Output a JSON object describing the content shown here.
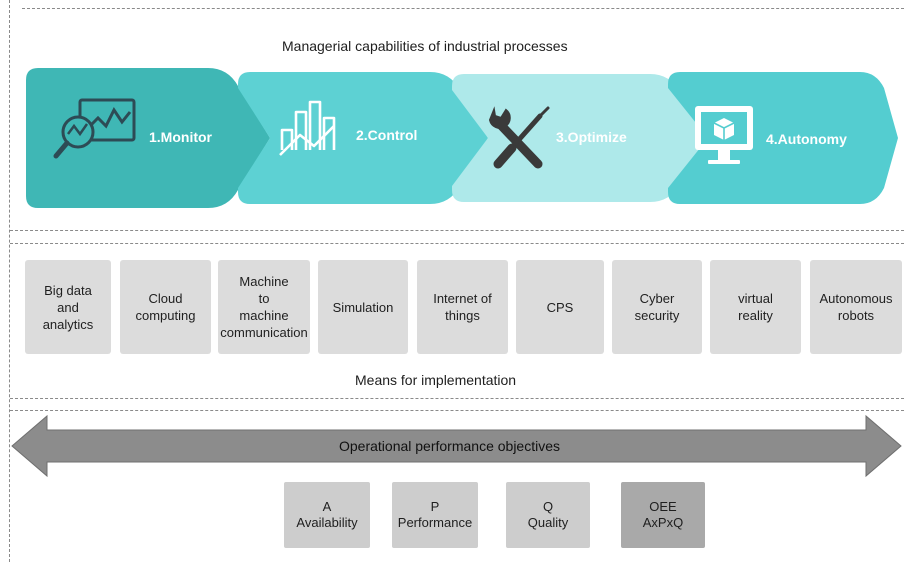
{
  "sections": {
    "capabilities_title": "Managerial capabilities of industrial processes",
    "means_title": "Means for implementation",
    "objectives_title": "Operational performance objectives"
  },
  "stages": [
    {
      "label": "1.Monitor",
      "icon": "monitor-chart-magnifier-icon",
      "color": "#3fb7b5"
    },
    {
      "label": "2.Control",
      "icon": "bar-line-control-icon",
      "color": "#5dd1d3"
    },
    {
      "label": "3.Optimize",
      "icon": "wrench-screwdriver-icon",
      "color": "#aee9ea"
    },
    {
      "label": "4.Autonomy",
      "icon": "monitor-cube-icon",
      "color": "#54cdd0"
    }
  ],
  "means": [
    "Big data\nand\nanalytics",
    "Cloud\ncomputing",
    "Machine\nto\nmachine\ncommunication",
    "Simulation",
    "Internet of\nthings",
    "CPS",
    "Cyber\nsecurity",
    "virtual\nreality",
    "Autonomous\nrobots"
  ],
  "objectives": [
    "A\nAvailability",
    "P\nPerformance",
    "Q\nQuality",
    "OEE\nAxPxQ"
  ],
  "colors": {
    "arrow_fill": "#8c8c8c",
    "box_fill": "#dcdcdc",
    "kpi_fill": "#cdcdcd",
    "kpi_oee_fill": "#a9a9a9"
  }
}
